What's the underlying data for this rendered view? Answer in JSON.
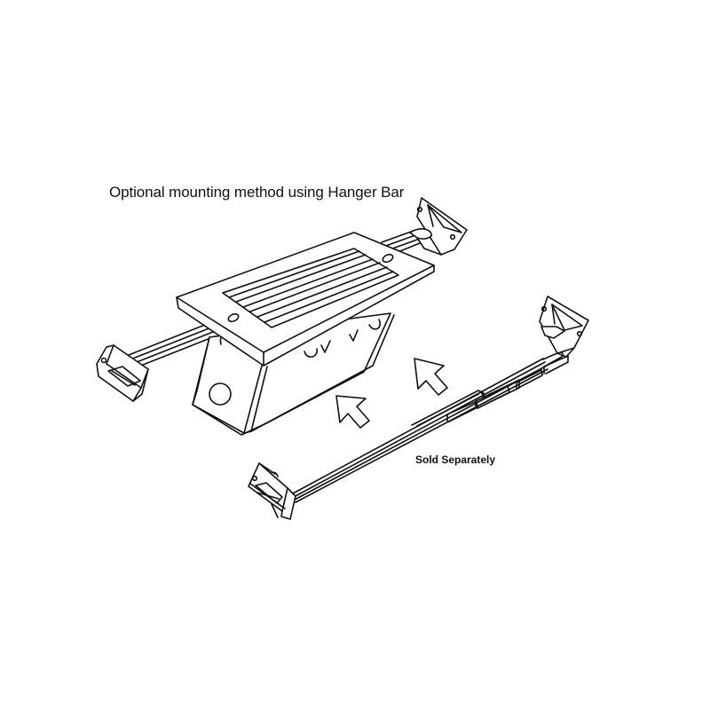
{
  "diagram": {
    "title": "Optional mounting method using Hanger Bar",
    "note": "Sold Separately",
    "colors": {
      "background": "#ffffff",
      "line": "#111111",
      "text": "#111111"
    },
    "parts": [
      {
        "id": "fixture-box",
        "label": "Fixture housing with louvered faceplate"
      },
      {
        "id": "attached-hanger-bar",
        "label": "Hanger bar attached to housing"
      },
      {
        "id": "loose-hanger-bar",
        "label": "Hanger bar (sold separately)"
      },
      {
        "id": "arrow-left",
        "label": "Direction arrow"
      },
      {
        "id": "arrow-right",
        "label": "Direction arrow"
      }
    ]
  }
}
